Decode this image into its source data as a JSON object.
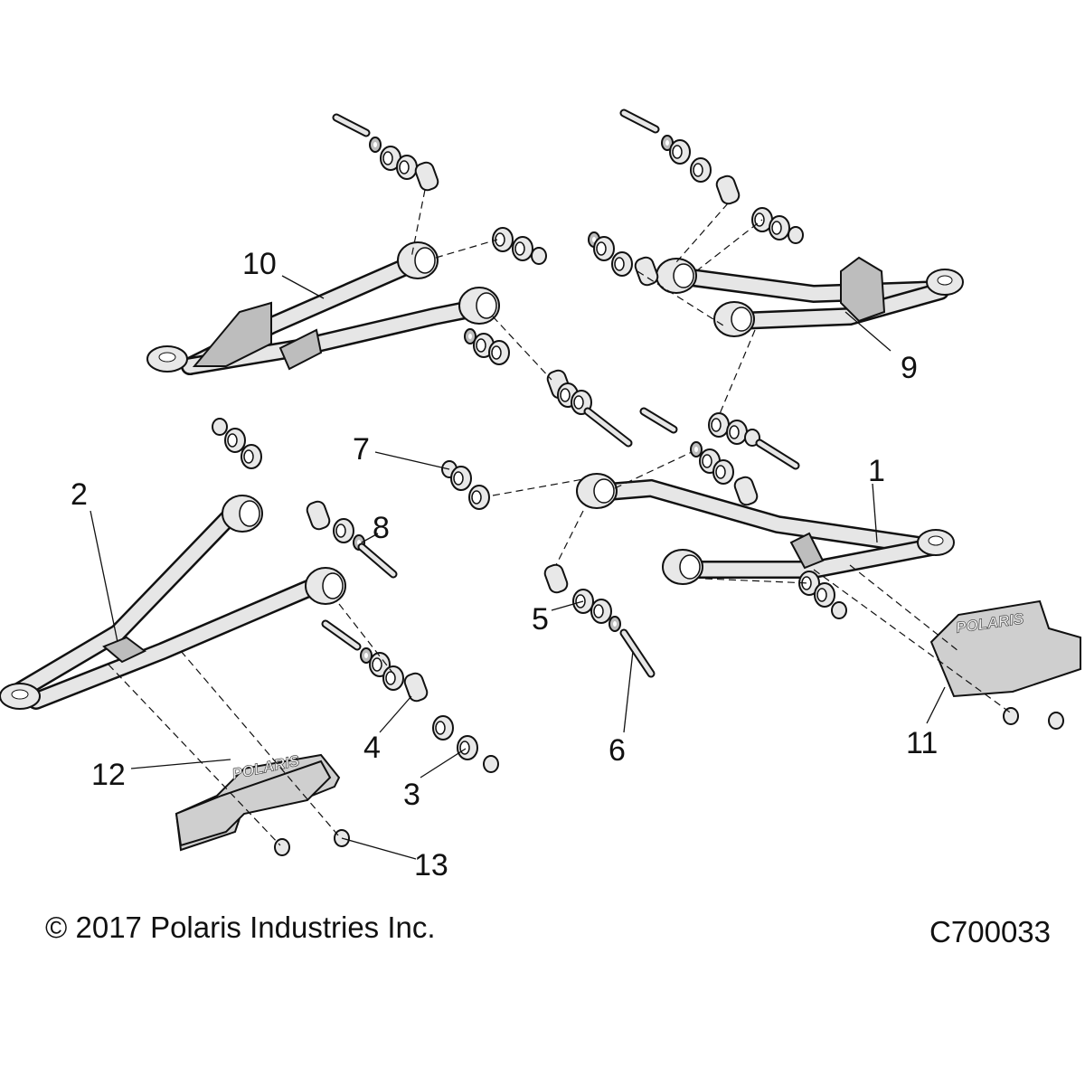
{
  "diagram": {
    "callouts": [
      "1",
      "2",
      "3",
      "4",
      "5",
      "6",
      "7",
      "8",
      "9",
      "10",
      "11",
      "12",
      "13"
    ],
    "plate_logo": "POLARIS"
  },
  "footer": {
    "copyright": "© 2017 Polaris Industries Inc.",
    "diagram_code": "C700033"
  }
}
